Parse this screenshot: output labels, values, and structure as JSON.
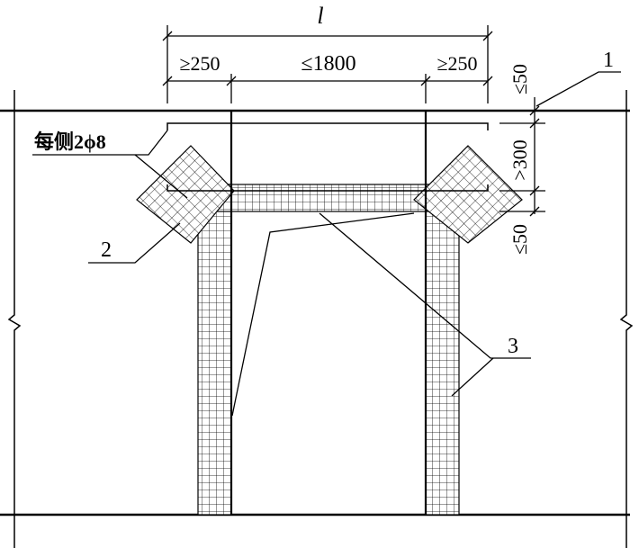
{
  "dimensions": {
    "total": "l",
    "left_margin": "≥250",
    "opening": "≤1800",
    "right_margin": "≥250",
    "top_gap": "≤50",
    "mesh_height": ">300",
    "bottom_gap": "≤50"
  },
  "annotations": {
    "rebar": "每侧2ϕ8",
    "callout_1": "1",
    "callout_2": "2",
    "callout_3": "3"
  }
}
